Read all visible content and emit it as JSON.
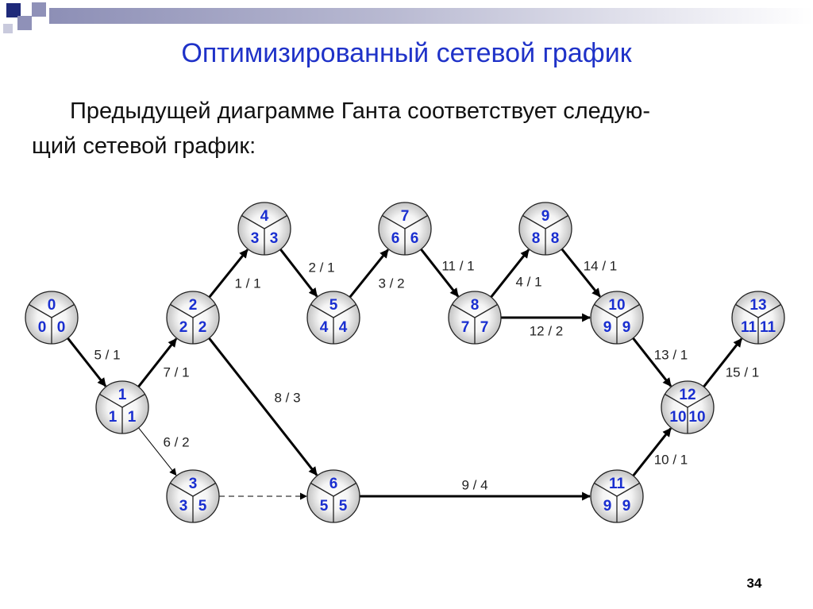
{
  "slide": {
    "title": "Оптимизированный сетевой график",
    "text_line1": "Предыдущей диаграмме Ганта соответствует следую-",
    "text_line2": "щий сетевой график:",
    "page_number": "34"
  },
  "colors": {
    "title": "#1f32c8",
    "node_numbers": "#1a2fd0",
    "node_fill_light": "#ffffff",
    "node_fill_dark": "#c3c3c3",
    "edge": "#000000",
    "edge_label": "#222222"
  },
  "nodes": [
    {
      "id": "0",
      "top": "0",
      "left": "0",
      "right": "0"
    },
    {
      "id": "1",
      "top": "1",
      "left": "1",
      "right": "1"
    },
    {
      "id": "2",
      "top": "2",
      "left": "2",
      "right": "2"
    },
    {
      "id": "3",
      "top": "3",
      "left": "3",
      "right": "5"
    },
    {
      "id": "4",
      "top": "4",
      "left": "3",
      "right": "3"
    },
    {
      "id": "5",
      "top": "5",
      "left": "4",
      "right": "4"
    },
    {
      "id": "6",
      "top": "6",
      "left": "5",
      "right": "5"
    },
    {
      "id": "7",
      "top": "7",
      "left": "6",
      "right": "6"
    },
    {
      "id": "8",
      "top": "8",
      "left": "7",
      "right": "7"
    },
    {
      "id": "9",
      "top": "9",
      "left": "8",
      "right": "8"
    },
    {
      "id": "10",
      "top": "10",
      "left": "9",
      "right": "9"
    },
    {
      "id": "11",
      "top": "11",
      "left": "9",
      "right": "9"
    },
    {
      "id": "12",
      "top": "12",
      "left": "10",
      "right": "10"
    },
    {
      "id": "13",
      "top": "13",
      "left": "11",
      "right": "11"
    }
  ],
  "edges": [
    {
      "from": "0",
      "to": "1",
      "label": "5 / 1",
      "style": "bold"
    },
    {
      "from": "1",
      "to": "2",
      "label": "7 / 1",
      "style": "bold"
    },
    {
      "from": "1",
      "to": "3",
      "label": "6 / 2",
      "style": "thin"
    },
    {
      "from": "2",
      "to": "4",
      "label": "1 / 1",
      "style": "bold"
    },
    {
      "from": "2",
      "to": "6",
      "label": "8 / 3",
      "style": "bold"
    },
    {
      "from": "4",
      "to": "5",
      "label": "2 / 1",
      "style": "bold"
    },
    {
      "from": "5",
      "to": "7",
      "label": "3 / 2",
      "style": "bold"
    },
    {
      "from": "7",
      "to": "8",
      "label": "11 / 1",
      "style": "bold"
    },
    {
      "from": "8",
      "to": "9",
      "label": "4 / 1",
      "style": "bold"
    },
    {
      "from": "8",
      "to": "10",
      "label": "12 / 2",
      "style": "bold"
    },
    {
      "from": "9",
      "to": "10",
      "label": "14 / 1",
      "style": "bold"
    },
    {
      "from": "10",
      "to": "12",
      "label": "13 / 1",
      "style": "bold"
    },
    {
      "from": "12",
      "to": "13",
      "label": "15 / 1",
      "style": "bold"
    },
    {
      "from": "3",
      "to": "6",
      "label": "",
      "style": "dashed"
    },
    {
      "from": "6",
      "to": "11",
      "label": "9 / 4",
      "style": "bold"
    },
    {
      "from": "11",
      "to": "12",
      "label": "10 / 1",
      "style": "bold"
    }
  ]
}
